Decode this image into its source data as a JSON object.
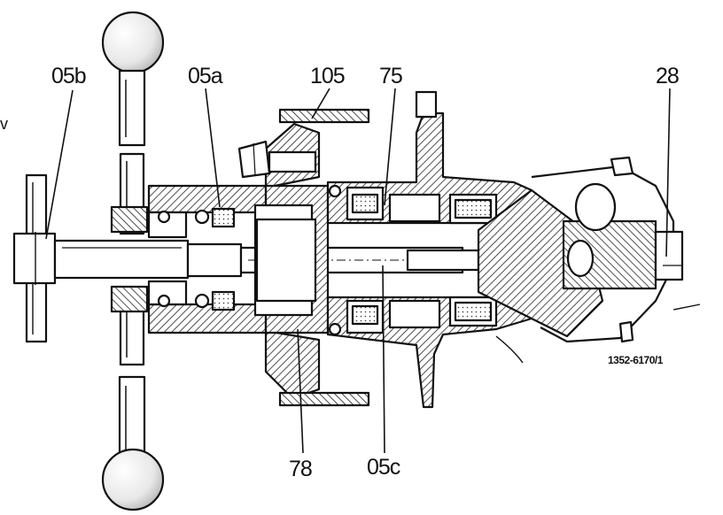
{
  "labels": {
    "l05b": "05b",
    "l05a": "05a",
    "l105": "105",
    "l75": "75",
    "l28": "28",
    "l78": "78",
    "l05c": "05c",
    "edge_v": "v"
  },
  "figure_ref": "1352-6170/1",
  "colors": {
    "ink": "#111111",
    "hatch": "#333333",
    "paper": "#ffffff"
  }
}
